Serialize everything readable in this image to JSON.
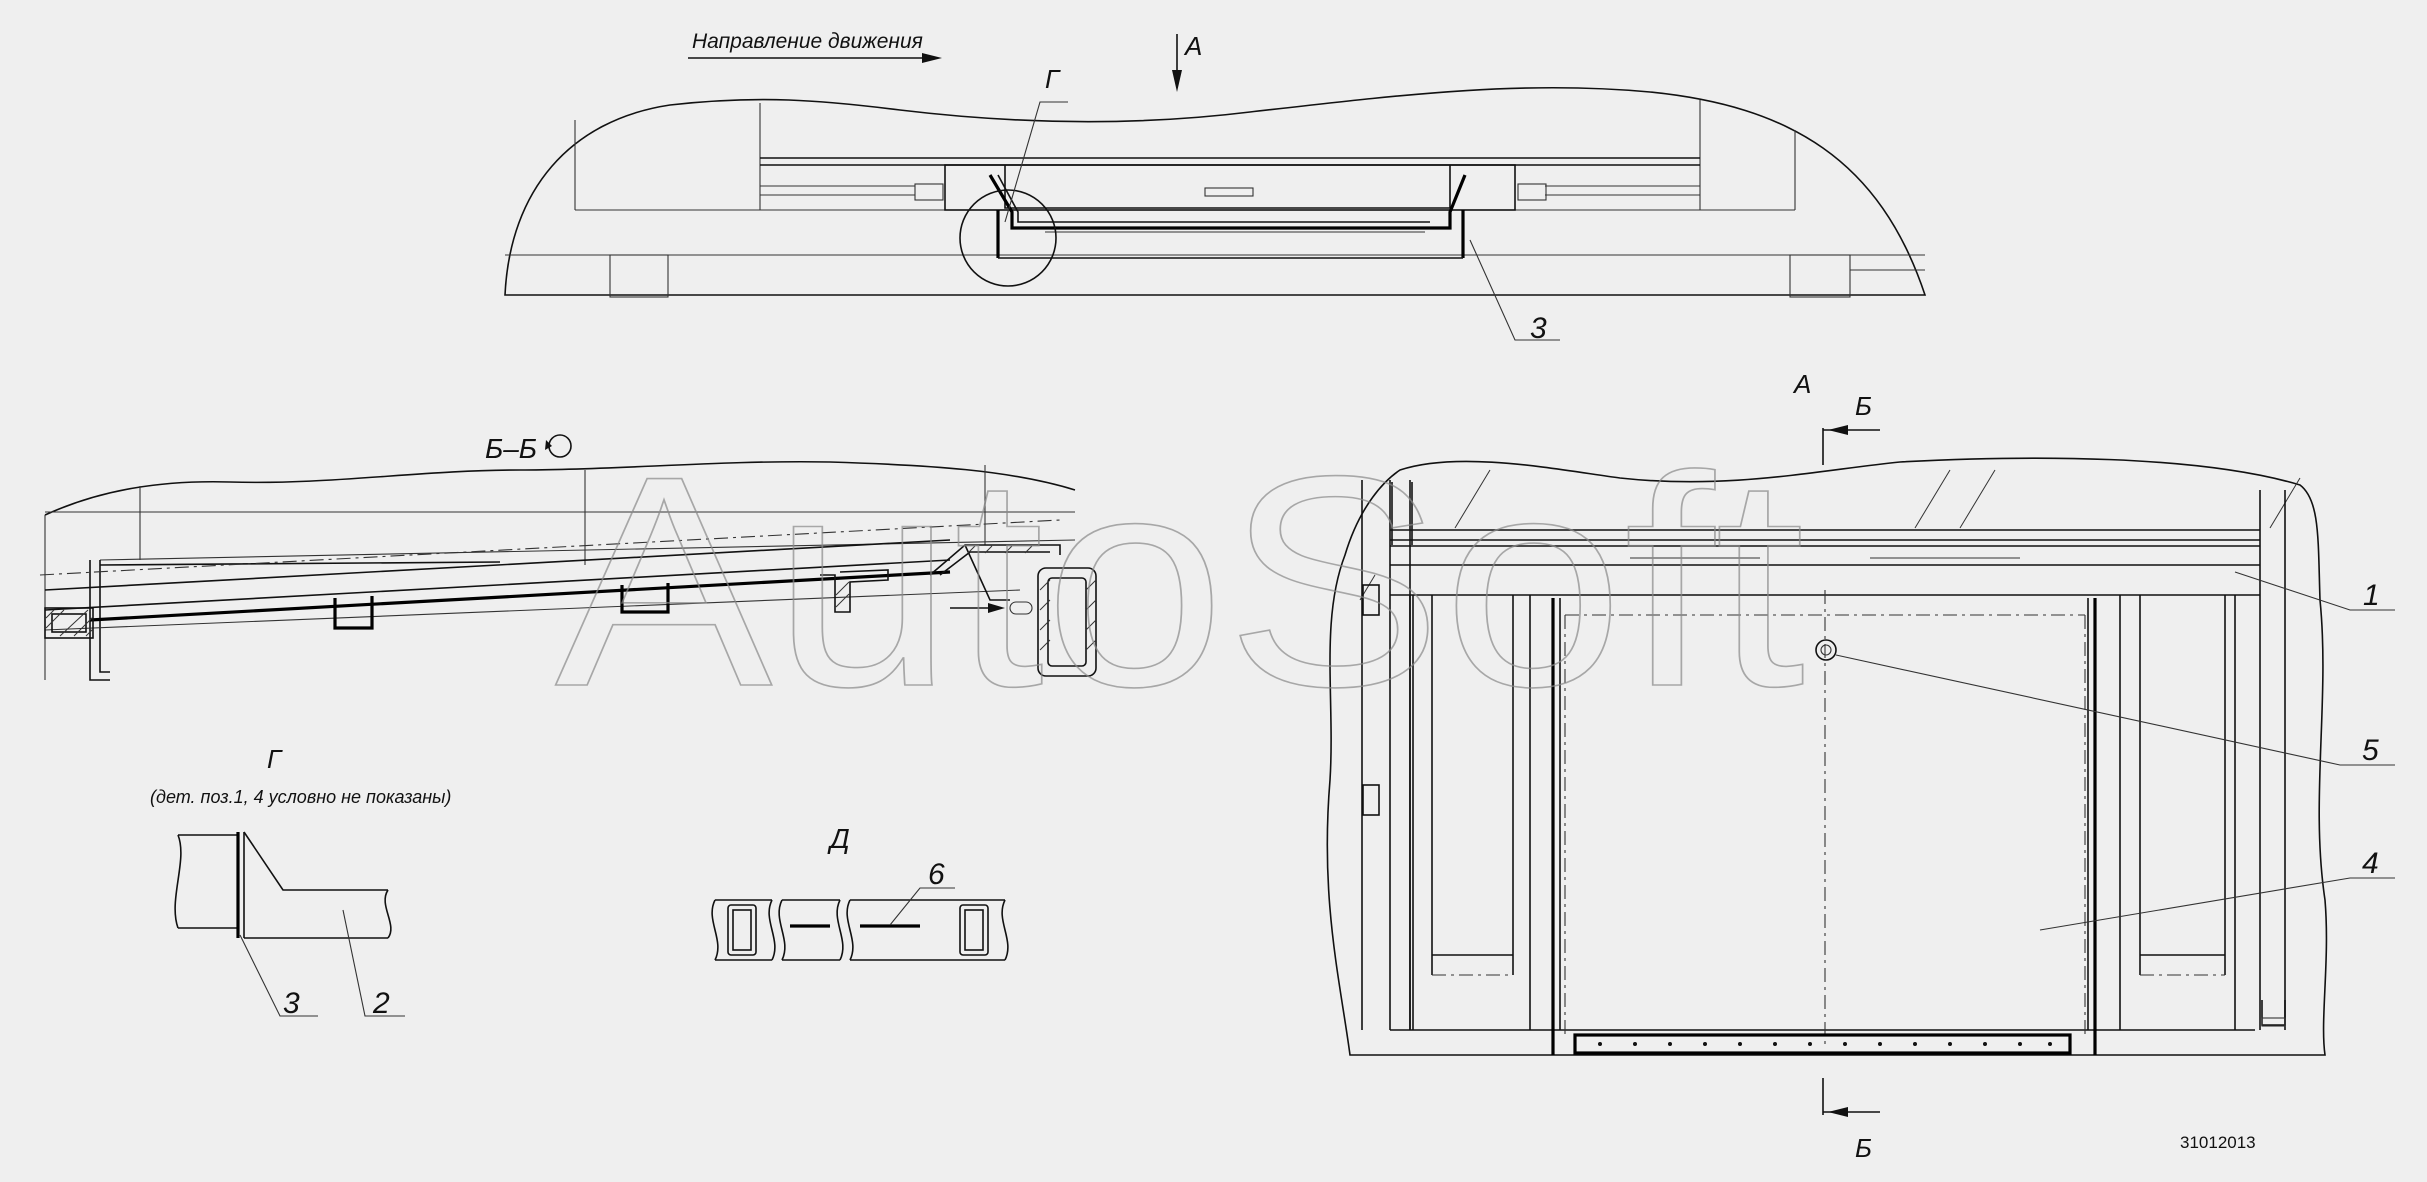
{
  "top_view": {
    "direction_label": "Направление движения",
    "view_a": "А",
    "detail_g": "Г",
    "pos_3": "3"
  },
  "section_bb": {
    "title": "Б–Б"
  },
  "detail_g": {
    "title": "Г",
    "note": "(дет. поз.1, 4 условно не показаны)",
    "pos_3": "3",
    "pos_2": "2"
  },
  "detail_d": {
    "title": "Д",
    "pos_6": "6"
  },
  "right_view": {
    "view_a": "А",
    "cut_b_top": "Б",
    "cut_b_bottom": "Б",
    "pos_1": "1",
    "pos_5": "5",
    "pos_4": "4"
  },
  "watermark": "AutoSoft",
  "drawing_number": "31012013"
}
